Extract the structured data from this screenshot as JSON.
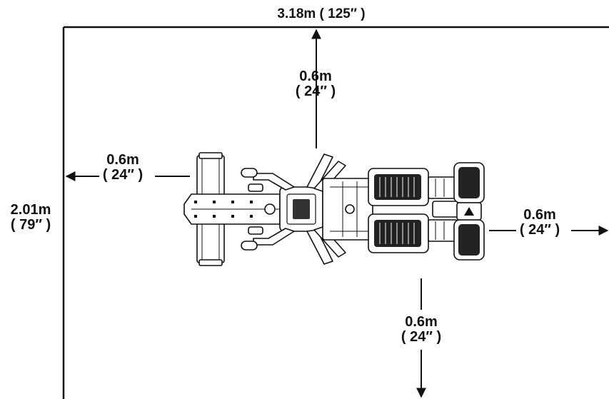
{
  "dimensions": {
    "overall_width": "3.18m ( 125″ )",
    "overall_depth": {
      "metric": "2.01m",
      "imperial": "( 79″ )"
    },
    "top_clearance": {
      "metric": "0.6m",
      "imperial": "( 24″ )"
    },
    "left_clearance": {
      "metric": "0.6m",
      "imperial": "( 24″ )"
    },
    "right_clearance": {
      "metric": "0.6m",
      "imperial": "( 24″ )"
    },
    "bottom_clearance": {
      "metric": "0.6m",
      "imperial": "( 24″ )"
    }
  },
  "colors": {
    "line": "#111111",
    "background": "#ffffff"
  }
}
